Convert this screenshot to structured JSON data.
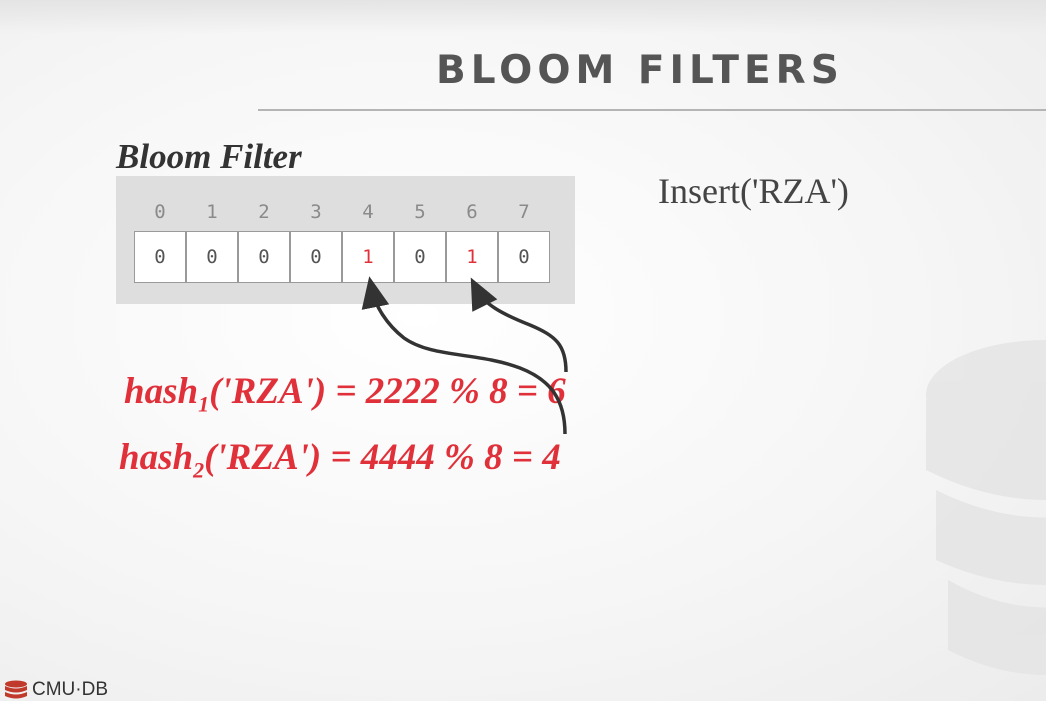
{
  "slide": {
    "title": "BLOOM FILTERS",
    "filter_label": "Bloom Filter",
    "operation": "Insert('RZA')",
    "logo_text": "CMU·DB"
  },
  "bloom_filter": {
    "indices": [
      "0",
      "1",
      "2",
      "3",
      "4",
      "5",
      "6",
      "7"
    ],
    "bits": [
      "0",
      "0",
      "0",
      "0",
      "1",
      "0",
      "1",
      "0"
    ],
    "set_color": "#e0313a"
  },
  "hashes": [
    {
      "name": "hash",
      "subscript": "1",
      "expression": "('RZA') = 2222 % 8 = 6",
      "target_index": 6
    },
    {
      "name": "hash",
      "subscript": "2",
      "expression": "('RZA') = 4444 % 8 = 4",
      "target_index": 4
    }
  ]
}
